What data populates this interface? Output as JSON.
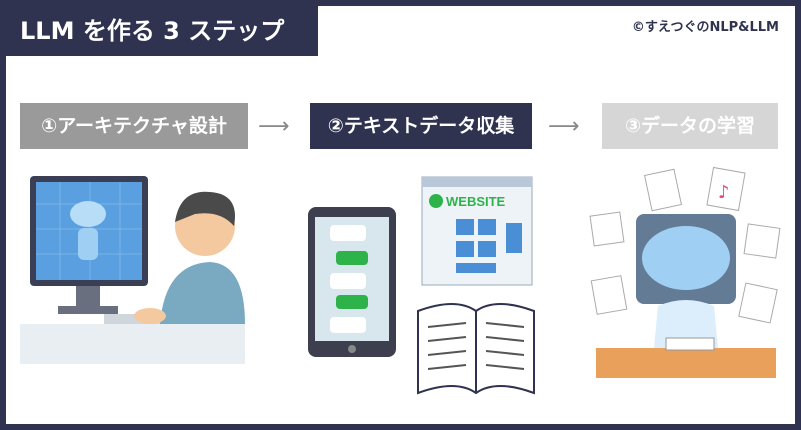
{
  "title": "LLM を作る 3 ステップ",
  "copyright": "©すえつぐのNLP&LLM",
  "steps": [
    {
      "label": "①アーキテクチャ設計",
      "state": "inactive"
    },
    {
      "label": "②テキストデータ収集",
      "state": "active"
    },
    {
      "label": "③データの学習",
      "state": "future"
    }
  ],
  "arrow_glyph": "⟶",
  "website_label": "WEBSITE",
  "colors": {
    "navy": "#2f3350",
    "gray": "#9a9a9a",
    "light_gray": "#d6d6d6",
    "accent_blue": "#4a8fd6",
    "green": "#2db34a"
  }
}
